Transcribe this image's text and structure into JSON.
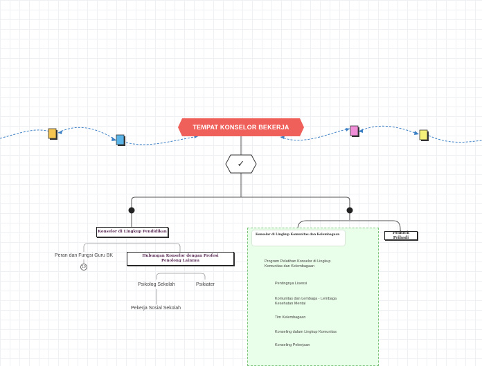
{
  "map": {
    "central_topic": "TEMPAT KONSELOR BEKERJA",
    "checkmark": "✓",
    "branches": {
      "school": {
        "label": "Konselor di Lingkup Pendidikan",
        "children": {
          "role": "Peran dan Fungsi Guru BK",
          "role_badge": "19",
          "relation": "Hubungan Konselor dengan Profesi Penolong Lainnya",
          "psychologist": "Psikolog Sekolah",
          "psychiatrist": "Psikiater",
          "social_worker": "Pekerja Sosial Sekolah"
        }
      },
      "community": {
        "label": "Konselor di Lingkup Komunitas dan Kelembagaan",
        "program": "Program Pelatihan Konselor di Lingkup Komunitas dan Kelembagaan",
        "items": [
          "Pentingnya Lisensi",
          "Komunitas dan Lembaga - Lembaga Kesehatan Mental",
          "Tim Kelembagaan",
          "Konseling dalam Lingkup Komunitas",
          "Konseling Pekerjaan"
        ]
      },
      "private": {
        "label": "Praktek Pribadi"
      }
    },
    "colors": {
      "central": "#f0605a",
      "connector": "#3b7fc4",
      "note_orange": "#f5c451",
      "note_blue": "#5ab4e8",
      "note_pink": "#f08ed8",
      "note_yellow": "#f5f07a",
      "panel": "#eaffea"
    },
    "note_icons": [
      "note-icon",
      "note-icon",
      "note-icon",
      "note-icon"
    ]
  }
}
